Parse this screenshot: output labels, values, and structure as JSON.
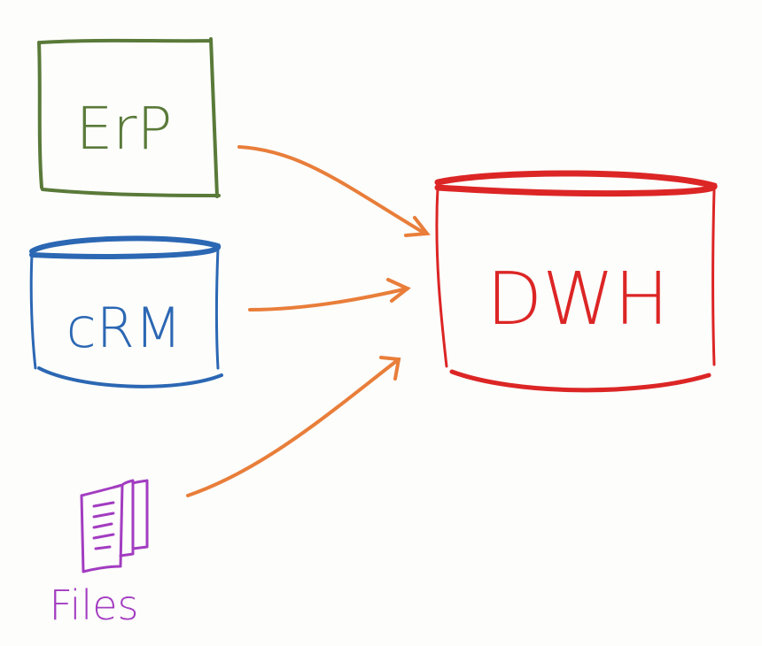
{
  "diagram": {
    "nodes": {
      "erp": {
        "label": "ErP",
        "shape": "rectangle",
        "color": "#5a7a3a"
      },
      "crm": {
        "label": "cRM",
        "shape": "cylinder",
        "color": "#2b67b3"
      },
      "files": {
        "label": "Files",
        "shape": "document-stack",
        "icon": "files-icon",
        "color": "#a23cc0"
      },
      "dwh": {
        "label": "DWH",
        "shape": "cylinder",
        "color": "#dc2626"
      }
    },
    "edges": [
      {
        "from": "erp",
        "to": "dwh",
        "color": "#e87e3a"
      },
      {
        "from": "crm",
        "to": "dwh",
        "color": "#e87e3a"
      },
      {
        "from": "files",
        "to": "dwh",
        "color": "#e87e3a"
      }
    ]
  }
}
